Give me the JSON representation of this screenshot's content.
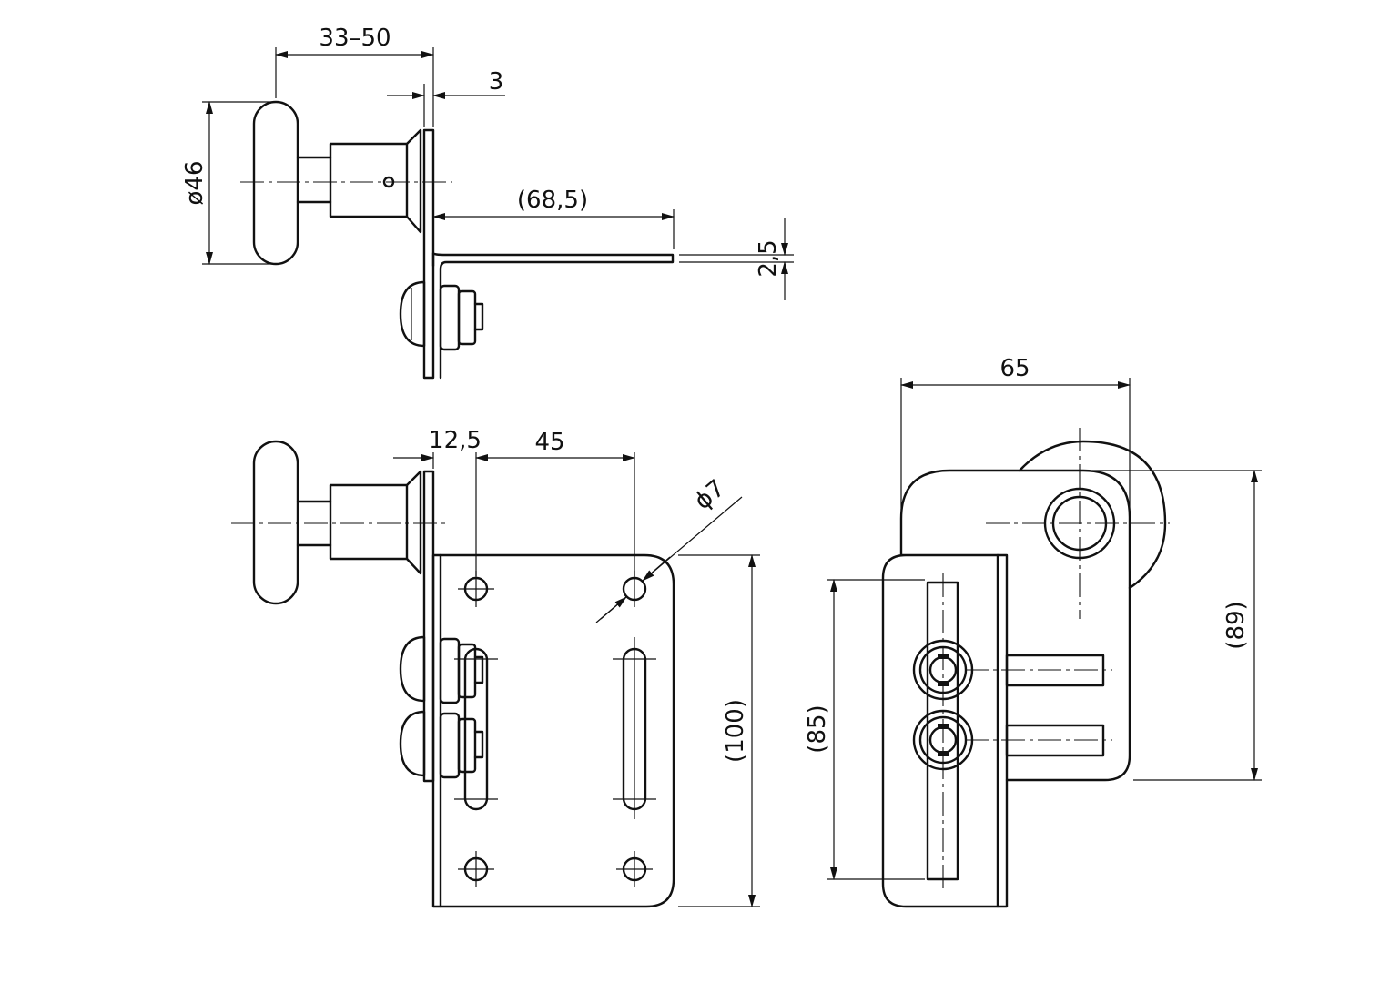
{
  "dimensions": {
    "top_width": "33–50",
    "plate_thickness": "3",
    "knob_diameter": "ø46",
    "leg_length": "(68,5)",
    "leg_thickness": "2,5",
    "hole_offset": "12,5",
    "hole_spacing": "45",
    "hole_diameter": "ϕ7",
    "plate_height": "(100)",
    "side_width": "65",
    "side_height": "(89)",
    "slot_height": "(85)"
  }
}
